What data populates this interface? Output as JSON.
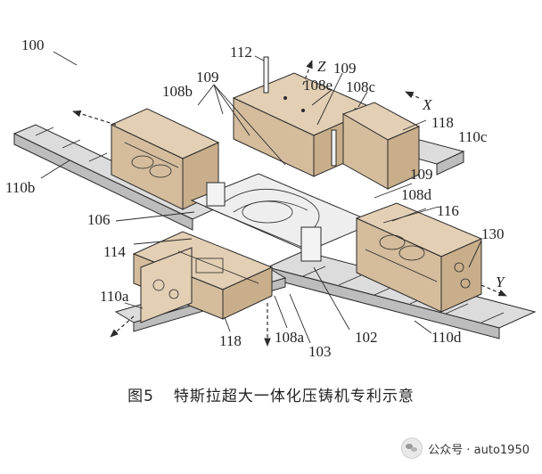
{
  "figure": {
    "caption_number": "图5",
    "caption_text": "特斯拉超大一体化压铸机专利示意"
  },
  "labels": {
    "l100": "100",
    "l112": "112",
    "lZ": "Z",
    "l109_top": "109",
    "l109_left": "109",
    "l108b": "108b",
    "l108e": "108e",
    "l108c": "108c",
    "lX": "X",
    "l118_top": "118",
    "l110c": "110c",
    "l110b": "110b",
    "l109_right": "109",
    "l108d": "108d",
    "l106": "106",
    "l116": "116",
    "l114": "114",
    "l130": "130",
    "lY": "Y",
    "l110a": "110a",
    "l118_bottom": "118",
    "l108a": "108a",
    "l103": "103",
    "l102": "102",
    "l110d": "110d"
  },
  "watermark": {
    "text": "公众号 · auto1950"
  },
  "colors": {
    "tan": "#e3cfb4",
    "tan_dark": "#c9ae8b",
    "frame": "#d9d9d9",
    "frame_dark": "#a9a9a9",
    "line": "#2a2a2a"
  }
}
